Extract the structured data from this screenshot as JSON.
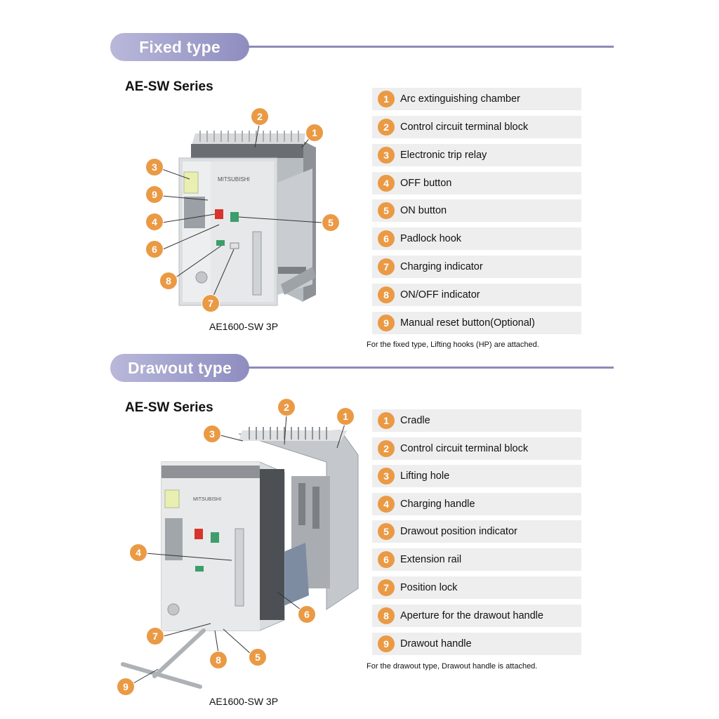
{
  "fixed": {
    "heading": "Fixed type",
    "series": "AE-SW Series",
    "model": "AE1600-SW 3P",
    "note": "For the fixed type, Lifting hooks (HP) are attached.",
    "parts": [
      {
        "n": "1",
        "label": "Arc extinguishing chamber"
      },
      {
        "n": "2",
        "label": "Control circuit terminal block"
      },
      {
        "n": "3",
        "label": "Electronic trip relay"
      },
      {
        "n": "4",
        "label": "OFF button"
      },
      {
        "n": "5",
        "label": "ON button"
      },
      {
        "n": "6",
        "label": "Padlock hook"
      },
      {
        "n": "7",
        "label": "Charging indicator"
      },
      {
        "n": "8",
        "label": "ON/OFF indicator"
      },
      {
        "n": "9",
        "label": "Manual reset button(Optional)"
      }
    ]
  },
  "drawout": {
    "heading": "Drawout type",
    "series": "AE-SW Series",
    "model": "AE1600-SW 3P",
    "note": "For the drawout type, Drawout handle is attached.",
    "parts": [
      {
        "n": "1",
        "label": "Cradle"
      },
      {
        "n": "2",
        "label": "Control circuit terminal block"
      },
      {
        "n": "3",
        "label": "Lifting hole"
      },
      {
        "n": "4",
        "label": "Charging handle"
      },
      {
        "n": "5",
        "label": "Drawout position indicator"
      },
      {
        "n": "6",
        "label": "Extension rail"
      },
      {
        "n": "7",
        "label": "Position lock"
      },
      {
        "n": "8",
        "label": "Aperture for the drawout handle"
      },
      {
        "n": "9",
        "label": "Drawout handle"
      }
    ]
  },
  "colors": {
    "accent_orange": "#ea9a45",
    "heading_pill": "#9f9dc9",
    "rule": "#8d8ab9",
    "row_bg": "#eeeeee"
  }
}
